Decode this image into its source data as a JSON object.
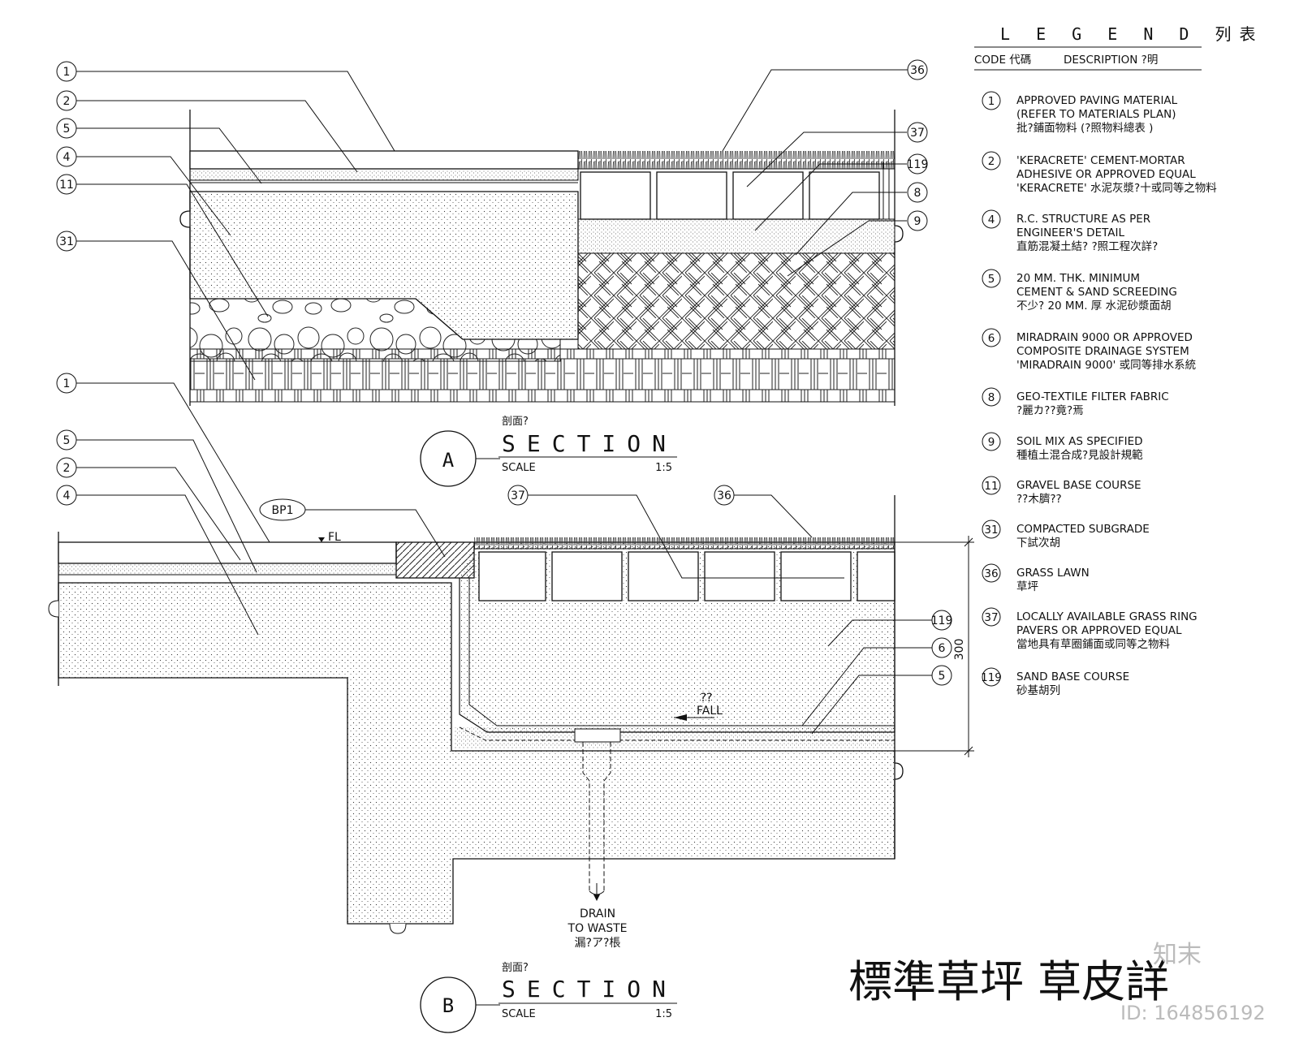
{
  "legend": {
    "title": "L E G E N D 列表",
    "code_header": "CODE 代碼",
    "desc_header": "DESCRIPTION ?明",
    "items": [
      {
        "code": "1",
        "lines": [
          "APPROVED PAVING MATERIAL",
          "(REFER TO MATERIALS PLAN)",
          "批?鋪面物料 (?照物料總表 )"
        ]
      },
      {
        "code": "2",
        "lines": [
          "'KERACRETE' CEMENT-MORTAR",
          "ADHESIVE OR APPROVED EQUAL",
          "'KERACRETE' 水泥灰漿?十或同等之物料"
        ]
      },
      {
        "code": "4",
        "lines": [
          "R.C. STRUCTURE AS PER",
          "ENGINEER'S DETAIL",
          "直筋混凝土結? ?照工程次詳?"
        ]
      },
      {
        "code": "5",
        "lines": [
          "20 MM. THK. MINIMUM",
          "CEMENT & SAND SCREEDING",
          "不少? 20 MM. 厚 水泥砂漿面胡"
        ]
      },
      {
        "code": "6",
        "lines": [
          "MIRADRAIN 9000 OR APPROVED",
          "COMPOSITE DRAINAGE SYSTEM",
          "'MIRADRAIN 9000' 或同等排水系統"
        ]
      },
      {
        "code": "8",
        "lines": [
          "GEO-TEXTILE FILTER FABRIC",
          "?麗カ??竟?焉"
        ]
      },
      {
        "code": "9",
        "lines": [
          "SOIL MIX AS SPECIFIED",
          "種植土混合成?見設計規範"
        ]
      },
      {
        "code": "11",
        "lines": [
          "GRAVEL BASE COURSE",
          "??木臍??"
        ]
      },
      {
        "code": "31",
        "lines": [
          "COMPACTED SUBGRADE",
          "下試次胡"
        ]
      },
      {
        "code": "36",
        "lines": [
          "GRASS LAWN",
          "草坪"
        ]
      },
      {
        "code": "37",
        "lines": [
          "LOCALLY AVAILABLE GRASS RING",
          "PAVERS OR APPROVED EQUAL",
          "當地具有草圈鋪面或同等之物料"
        ]
      },
      {
        "code": "119",
        "lines": [
          "SAND BASE COURSE",
          "砂基胡列"
        ]
      }
    ]
  },
  "section_a": {
    "mark": "A",
    "cn": "剖面?",
    "word": "SECTION",
    "scale_label": "SCALE",
    "scale": "1:5",
    "callouts_left": [
      "1",
      "2",
      "5",
      "4",
      "11",
      "31"
    ],
    "callouts_right": [
      "36",
      "37",
      "119",
      "8",
      "9"
    ]
  },
  "section_b": {
    "mark": "B",
    "cn": "剖面?",
    "word": "SECTION",
    "scale_label": "SCALE",
    "scale": "1:5",
    "callouts_left": [
      "1",
      "5",
      "2",
      "4"
    ],
    "callouts_top": [
      "37",
      "36"
    ],
    "callouts_right": [
      "119",
      "6",
      "5"
    ],
    "bp_tag": "BP1",
    "fl_label": "FL",
    "fall_cn": "??",
    "fall": "FALL",
    "dim": "300",
    "drain": [
      "DRAIN",
      "TO WASTE",
      "漏?ア?棖"
    ]
  },
  "title": "標準草坪 草皮詳",
  "watermark": {
    "logo": "知末",
    "id": "ID: 164856192"
  }
}
